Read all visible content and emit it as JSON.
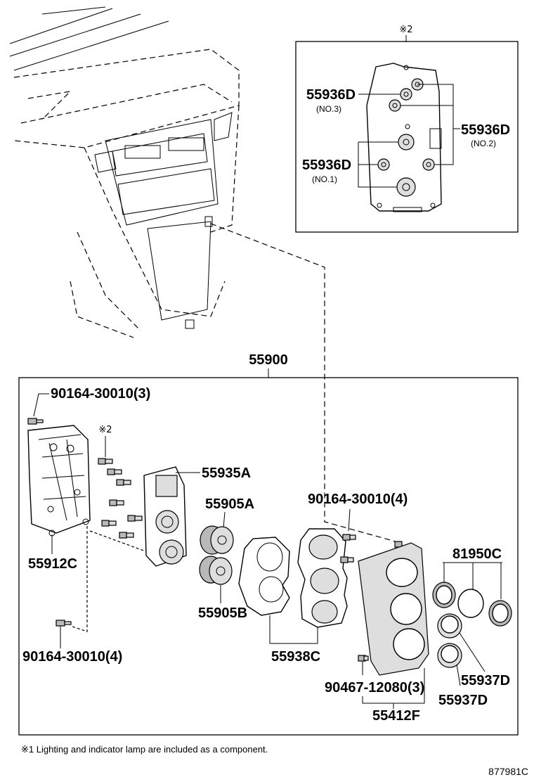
{
  "diagram": {
    "inset": {
      "marker": "※2",
      "labels": [
        {
          "part": "55936D",
          "sub": "(NO.3)"
        },
        {
          "part": "55936D",
          "sub": "(NO.2)"
        },
        {
          "part": "55936D",
          "sub": "(NO.1)"
        }
      ]
    },
    "assembly": {
      "part": "55900",
      "marker": "※2",
      "labels": {
        "bolt_top": "90164-30010(3)",
        "bracket": "55912C",
        "bolt_bottom": "90164-30010(4)",
        "board": "55935A",
        "knob_a": "55905A",
        "knob_b": "55905B",
        "bolt_mid": "90164-30010(4)",
        "panel": "55938C",
        "screw": "90467-12080(3)",
        "cover": "55412F",
        "ring_set": "81950C",
        "ring_1": "55937D",
        "ring_2": "55937D"
      }
    },
    "footnote": "※1 Lighting and indicator lamp are included as a component.",
    "figure_code": "877981C"
  }
}
